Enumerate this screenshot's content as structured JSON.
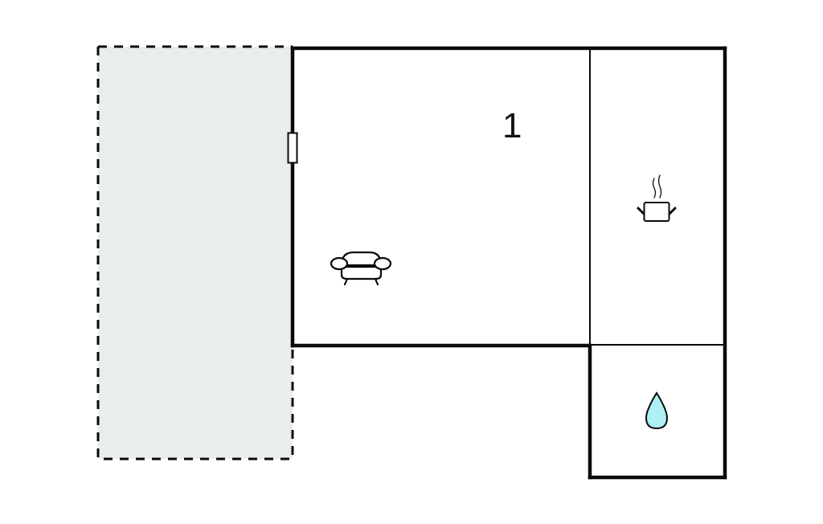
{
  "floorplan": {
    "rooms": [
      {
        "id": "terrace",
        "type": "outdoor-terrace",
        "fill": "#e8eded",
        "border": "dashed"
      },
      {
        "id": "living-room",
        "label": "1",
        "icon": "sofa-icon"
      },
      {
        "id": "kitchen",
        "icon": "cooking-pot-icon"
      },
      {
        "id": "bathroom",
        "icon": "water-drop-icon",
        "icon_color": "#aef0f4"
      }
    ],
    "door": {
      "wall": "living-room-west"
    },
    "colors": {
      "wall": "#0a0a0a",
      "terrace_fill": "#e8eded",
      "water_drop": "#aef0f4",
      "background": "#ffffff"
    }
  }
}
